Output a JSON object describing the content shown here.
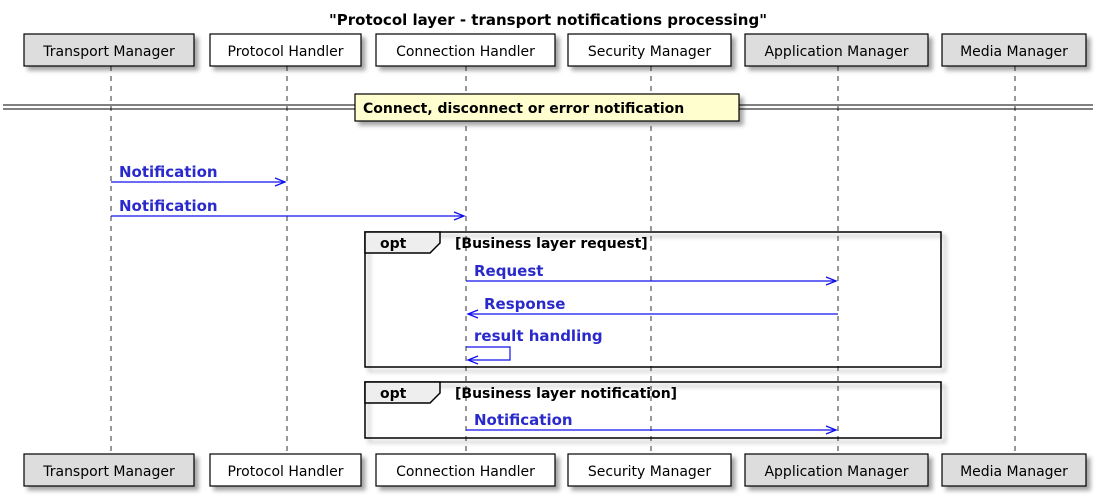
{
  "title": "\"Protocol layer - transport notifications processing\"",
  "colors": {
    "message": "#1010ee",
    "message_text": "#2a2acc",
    "highlight_box": "#dddddd",
    "plain_box": "#ffffff",
    "divider_box": "#fefece",
    "frame_border": "#000000"
  },
  "participants": [
    {
      "label": "Transport Manager",
      "highlighted": true
    },
    {
      "label": "Protocol Handler",
      "highlighted": false
    },
    {
      "label": "Connection Handler",
      "highlighted": false
    },
    {
      "label": "Security Manager",
      "highlighted": false
    },
    {
      "label": "Application Manager",
      "highlighted": true
    },
    {
      "label": "Media Manager",
      "highlighted": true
    }
  ],
  "divider": {
    "label": "Connect, disconnect or error notification"
  },
  "messages": [
    {
      "label": "Notification",
      "from": 0,
      "to": 1
    },
    {
      "label": "Notification",
      "from": 0,
      "to": 2
    },
    {
      "label": "Request",
      "from": 2,
      "to": 4
    },
    {
      "label": "Response",
      "from": 4,
      "to": 2
    },
    {
      "label": "result handling",
      "from": 2,
      "to": 2
    },
    {
      "label": "Notification",
      "from": 2,
      "to": 4
    }
  ],
  "frames": [
    {
      "keyword": "opt",
      "condition": "[Business layer request]"
    },
    {
      "keyword": "opt",
      "condition": "[Business layer notification]"
    }
  ]
}
